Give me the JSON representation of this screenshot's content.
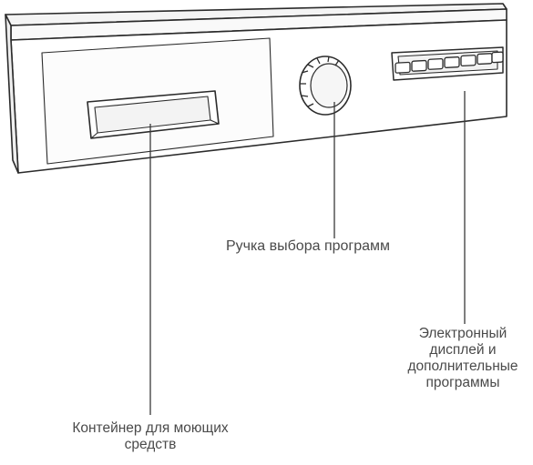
{
  "labels": {
    "knob": "Ручка выбора программ",
    "display": [
      "Электронный",
      "дисплей и",
      "дополнительные",
      "программы"
    ],
    "container": [
      "Контейнер для моющих",
      "средств"
    ]
  }
}
